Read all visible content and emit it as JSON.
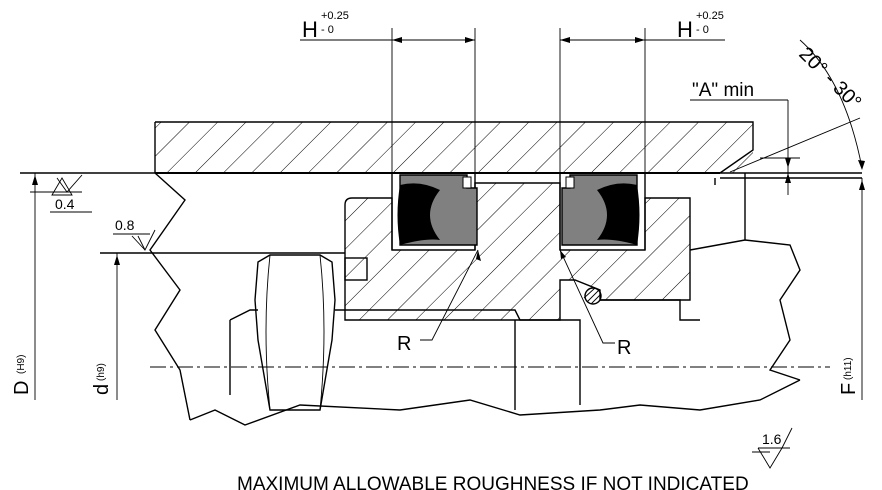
{
  "dimensions": {
    "groove_width_left": {
      "symbol": "H",
      "upper_tol": "+0.25",
      "lower_tol": "- 0"
    },
    "groove_width_right": {
      "symbol": "H",
      "upper_tol": "+0.25",
      "lower_tol": "- 0"
    },
    "chamfer_angle": "20° - 30°",
    "chamfer_length": "\"A\" min",
    "bore_diameter": {
      "symbol": "D",
      "fit": "(H9)"
    },
    "rod_diameter": {
      "symbol": "d",
      "fit": "(h9)"
    },
    "groove_diameter": {
      "symbol": "F",
      "fit": "(h11)"
    },
    "radius_left": "R",
    "radius_right": "R"
  },
  "roughness": {
    "bore": "0.4",
    "rod": "0.8",
    "general": "1.6"
  },
  "note": "MAXIMUM ALLOWABLE ROUGHNESS IF NOT INDICATED",
  "colors": {
    "seal_fill": "#808080",
    "seal_lip": "#000000",
    "line": "#000000"
  }
}
